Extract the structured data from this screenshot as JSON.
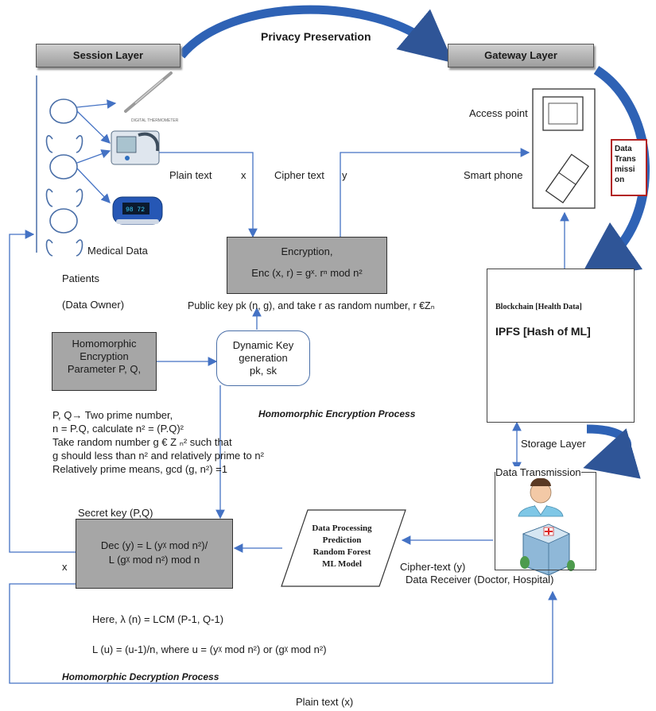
{
  "title": "Privacy Preservation",
  "layers": {
    "session": "Session Layer",
    "gateway": "Gateway Layer",
    "storage": "Storage Layer"
  },
  "side_label": "Data Trans missi on",
  "devices": {
    "access_point": "Access point",
    "smart_phone": "Smart phone"
  },
  "flow": {
    "plain_text": "Plain text",
    "x": "x",
    "cipher_text": "Cipher text",
    "y": "y",
    "x_out": "x",
    "cipher_text_y": "Cipher-text (y)",
    "plain_text_x": "Plain text (x)"
  },
  "owner": {
    "medical_data": "Medical Data",
    "patients": "Patients",
    "data_owner": "(Data Owner)"
  },
  "encryption": {
    "line1": "Encryption,",
    "line2": "Enc (x, r) = gˣ. rⁿ mod n²"
  },
  "public_key": "Public key pk (n, g), and take r as random number, r €Zₙ",
  "blockchain": {
    "line1": "Blockchain [Health Data]",
    "line2": "IPFS [Hash of ML]"
  },
  "he_param": {
    "line1": "Homomorphic",
    "line2": "Encryption",
    "line3": "Parameter P, Q,"
  },
  "dyn_key": {
    "line1": "Dynamic Key",
    "line2": "generation",
    "line3": "pk, sk"
  },
  "process_labels": {
    "encryption": "Homomorphic Encryption Process",
    "decryption": "Homomorphic Decryption Process"
  },
  "params_text": [
    "P, Q→ Two prime number,",
    "n = P.Q, calculate n² = (P.Q)²",
    "Take random number g € Z ₙ² such that",
    "g should less than n² and relatively prime to n²",
    "Relatively prime means, gcd (g, n²) =1"
  ],
  "data_transmission": "Data Transmission",
  "secret_key": "Secret key (P,Q)",
  "decryption": {
    "line1": "Dec (y) = L (yᵡ mod n²)/",
    "line2": "L (gᵡ mod n²) mod n"
  },
  "ml_model": {
    "line1": "Data Processing",
    "line2": "Prediction",
    "line3": "Random Forest",
    "line4": "ML Model"
  },
  "receiver": "Data Receiver (Doctor, Hospital)",
  "formulas": {
    "lambda": "Here, λ (n) = LCM (P-1, Q-1)",
    "L": "L (u) = (u-1)/n, where u = (yᵡ mod n²) or (gᵡ mod n²)"
  }
}
